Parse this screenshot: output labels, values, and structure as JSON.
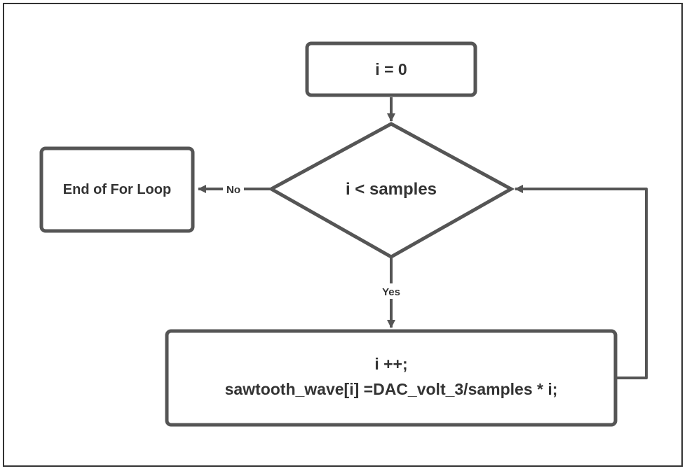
{
  "colors": {
    "stroke": "#555555",
    "text": "#333333",
    "background": "#ffffff"
  },
  "nodes": {
    "init": {
      "label": "i = 0"
    },
    "condition": {
      "label": "i < samples"
    },
    "end": {
      "label": "End of For Loop"
    },
    "body": {
      "line1": "i ++;",
      "line2": "sawtooth_wave[i] =DAC_volt_3/samples * i;"
    }
  },
  "edges": {
    "no_label": "No",
    "yes_label": "Yes"
  }
}
